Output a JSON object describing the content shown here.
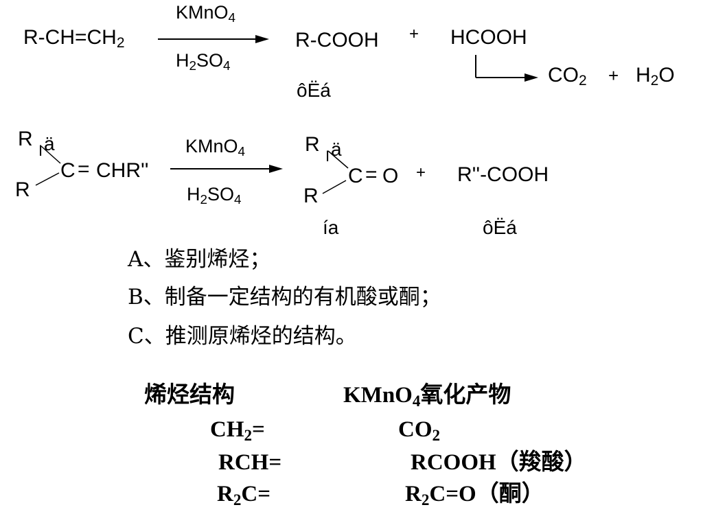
{
  "reaction1": {
    "reactant_main": "R-CH=CH",
    "reactant_sub": "2",
    "reagent_top_main": "KMnO",
    "reagent_top_sub": "4",
    "reagent_bot_h": "H",
    "reagent_bot_sub1": "2",
    "reagent_bot_so": "SO",
    "reagent_bot_sub2": "4",
    "product1": "R-COOH",
    "plus1": "+",
    "product2": "HCOOH",
    "co2_main": "CO",
    "co2_sub": "2",
    "plus2": "+",
    "h2o_h": "H",
    "h2o_sub": "2",
    "h2o_o": "O",
    "garbled_label": "ôËá"
  },
  "reaction2": {
    "r_top": "R",
    "garbled_top": "ä",
    "garbled_i": "I",
    "carbon": "C",
    "double_bond": "=",
    "chr": "CHR''",
    "r_bottom": "R",
    "reagent_top_main": "KMnO",
    "reagent_top_sub": "4",
    "reagent_bot_h": "H",
    "reagent_bot_sub1": "2",
    "reagent_bot_so": "SO",
    "reagent_bot_sub2": "4",
    "prod_r_top": "R",
    "prod_garbled_top": "ä",
    "prod_garbled_i": "I",
    "prod_c": "C",
    "prod_double": "=",
    "prod_o": "O",
    "prod_r_bottom": "R",
    "plus": "+",
    "acid": "R''-COOH",
    "ketone_label": "ía",
    "acid_label": "ôËá"
  },
  "notes": {
    "a": "A、鉴别烯烃；",
    "b": "B、制备一定结构的有机酸或酮；",
    "c": "C、推测原烯烃的结构。"
  },
  "table": {
    "header_left": "烯烃结构",
    "header_right_main": "KMnO",
    "header_right_sub": "4",
    "header_right_rest": "氧化产物",
    "rows": [
      {
        "left_main": "CH",
        "left_sub": "2",
        "left_rest": "=",
        "right_main": "CO",
        "right_sub": "2",
        "right_rest": ""
      },
      {
        "left_main": "RCH=",
        "left_sub": "",
        "left_rest": "",
        "right_main": "RCOOH（羧酸）",
        "right_sub": "",
        "right_rest": ""
      },
      {
        "left_main": "R",
        "left_sub": "2",
        "left_rest": "C=",
        "right_main": "R",
        "right_sub": "2",
        "right_rest": "C=O（酮）"
      }
    ]
  }
}
